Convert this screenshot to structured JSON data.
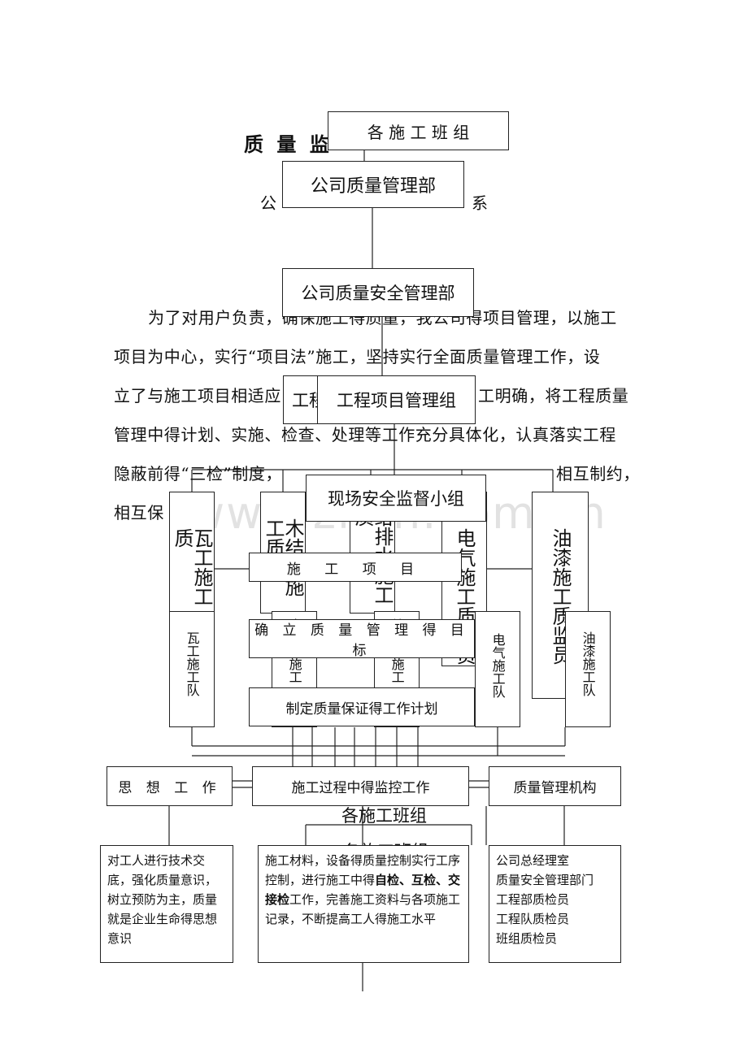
{
  "title_fragment": "质 量 监",
  "side_left": "公",
  "side_right": "系",
  "paragraph": [
    "为了对用户负责，确保施工得质量，我公司得项目管理，以施工",
    "项目为中心，实行“项目法”施工，坚持实行全面质量管理工作，设",
    "立了与施工项目相适应",
    "工明确，将工程质量",
    "管理中得计划、实施、检查、处理等工作充分具体化，认真落实工程",
    "隐蔽前得“三检”制度，",
    "相互制约，",
    "相互保",
    "体系"
  ],
  "overlap_fragment": "工程",
  "boxes": {
    "teams_top": "各 施 工 班 组",
    "company_quality_dept": "公司质量管理部",
    "company_safety_dept": "公司质量安全管理部",
    "project_mgmt_group": "工程项目管理组",
    "site_safety_group": "现场安全监督小组",
    "construction_project": "施  工  项  目",
    "quality_goal": "确 立 质 量 管 理 得 目 标",
    "work_plan": "制定质量保证得工作计划",
    "ideology_work": "思 想 工 作",
    "monitoring_work": "施工过程中得监控工作",
    "quality_org": "质量管理机构",
    "teams_mid": "各施工班组",
    "teams_mid2": "各施工班组"
  },
  "vertical_tall": {
    "tile": "瓦工施工质",
    "wood": "木结构施工质",
    "water": "给排水施工质",
    "electric": "电气施工质量员",
    "paint": "油漆施工质监员"
  },
  "vertical_short": {
    "tile_team": "瓦工施工队",
    "wood_team": "木结构施工",
    "water_team": "给排水施工",
    "electric_team": "电气施工队",
    "paint_team": "油漆施工队"
  },
  "detail_left": "对工人进行技术交底，强化质量意识，树立预防为主，质量就是企业生命得思想意识",
  "detail_mid": {
    "part1": "施工材料，设备得质量控制实行工序控制，进行施工中得",
    "bold1": "自检、互检、交接检",
    "part2": "工作，完善施工资料与各项施工记录，不断提高工人得施工水平"
  },
  "detail_right": [
    "公司总经理室",
    "质量安全管理部门",
    "工程部质检员",
    "工程队质检员",
    "班组质检员"
  ],
  "watermark": "www.zixin.com.cn"
}
